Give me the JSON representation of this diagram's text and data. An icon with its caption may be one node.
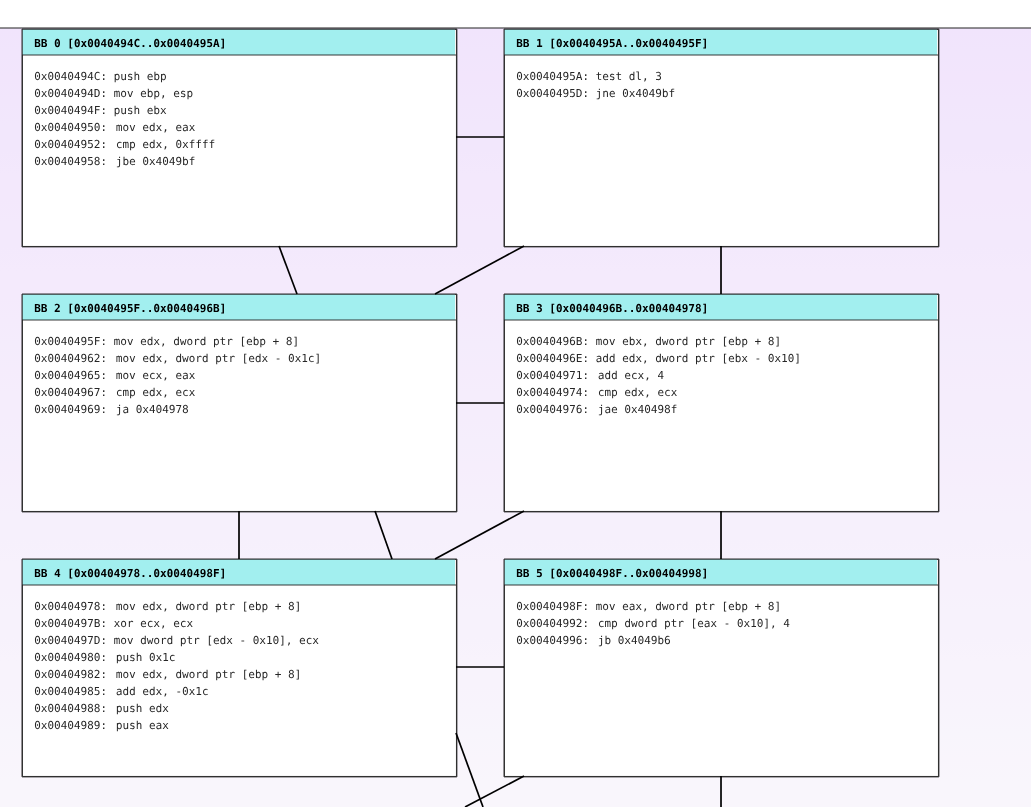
{
  "diagram": {
    "nodes": [
      {
        "text": [
          "BB 0 [0x0040494C..0x0040495A]",
          "0x0040494C: push ebp",
          "0x0040494D: mov ebp, esp",
          "0x0040494F: push ebx",
          "0x00404950: mov edx, eax",
          "0x00404952: cmp edx, 0xffff",
          "0x00404958: jbe 0x4049bf"
        ]
      },
      {
        "text": [
          "BB 1 [0x0040495A..0x0040495F]",
          "0x0040495A: test dl, 3",
          "0x0040495D: jne 0x4049bf"
        ]
      },
      {
        "text": [
          "BB 2 [0x0040495F..0x0040496B]",
          "0x0040495F: mov edx, dword ptr [ebp + 8]",
          "0x00404962: mov edx, dword ptr [edx - 0x1c]",
          "0x00404965: mov ecx, eax",
          "0x00404967: cmp edx, ecx",
          "0x00404969: ja 0x404978"
        ]
      },
      {
        "text": [
          "BB 3 [0x0040496B..0x00404978]",
          "0x0040496B: mov ebx, dword ptr [ebp + 8]",
          "0x0040496E: add edx, dword ptr [ebx - 0x10]",
          "0x00404971: add ecx, 4",
          "0x00404974: cmp edx, ecx",
          "0x00404976: jae 0x40498f"
        ]
      },
      {
        "text": [
          "BB 4 [0x00404978..0x0040498F]",
          "0x00404978: mov edx, dword ptr [ebp + 8]",
          "0x0040497B: xor ecx, ecx",
          "0x0040497D: mov dword ptr [edx - 0x10], ecx",
          "0x00404980: push 0x1c",
          "0x00404982: mov edx, dword ptr [ebp + 8]",
          "0x00404985: add edx, -0x1c",
          "0x00404988: push edx",
          "0x00404989: push eax"
        ]
      },
      {
        "text": [
          "BB 5 [0x0040498F..0x00404998]",
          "0x0040498F: mov eax, dword ptr [ebp + 8]",
          "0x00404992: cmp dword ptr [eax - 0x10], 4",
          "0x00404996: jb 0x4049b6"
        ]
      }
    ],
    "edges": [
      {
        "from": 0,
        "to": 1,
        "arrow": "none"
      },
      {
        "from": 0,
        "to": 2,
        "arrow": "none"
      },
      {
        "from": 1,
        "to": 2,
        "arrow": "none"
      },
      {
        "from": 1,
        "to": 3,
        "arrow": "none"
      },
      {
        "from": 2,
        "to": 3,
        "arrow": "none"
      },
      {
        "from": 2,
        "to": 4,
        "arrow": "none"
      },
      {
        "from": 2,
        "to": 4,
        "arrow": "none"
      },
      {
        "from": 3,
        "to": 4,
        "arrow": "none"
      },
      {
        "from": 3,
        "to": 5,
        "arrow": "none"
      },
      {
        "from": 4,
        "to": 5,
        "arrow": "none"
      },
      {
        "from": 4,
        "to": null,
        "arrow": "none"
      },
      {
        "from": 5,
        "to": null,
        "arrow": "none"
      },
      {
        "from": 5,
        "to": null,
        "arrow": "none"
      }
    ]
  }
}
